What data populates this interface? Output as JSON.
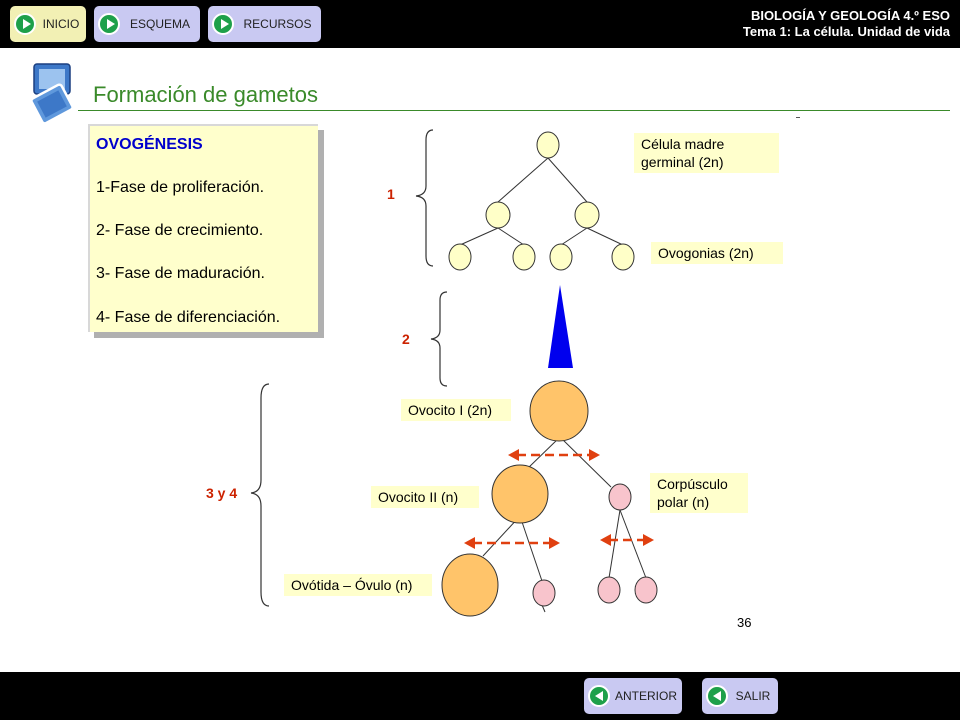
{
  "nav": {
    "inicio": "INICIO",
    "esquema": "ESQUEMA",
    "recursos": "RECURSOS",
    "anterior": "ANTERIOR",
    "salir": "SALIR"
  },
  "header": {
    "subject": "BIOLOGÍA Y GEOLOGÍA 4.º ESO",
    "topic": "Tema 1: La célula. Unidad de vida"
  },
  "slide": {
    "title": "Formación de gametos",
    "page_number": "36",
    "ovogenesis": {
      "heading": "OVOGÉNESIS",
      "phases": [
        "1-Fase de proliferación.",
        "2- Fase de crecimiento.",
        "3- Fase de maduración.",
        "4- Fase de diferenciación."
      ]
    },
    "labels": {
      "celula_madre": [
        "Célula madre",
        "germinal (2n)"
      ],
      "ovogonias": "Ovogonias (2n)",
      "ovocito1": "Ovocito I (2n)",
      "ovocito2": "Ovocito II (n)",
      "corpusculo": [
        "Corpúsculo",
        "polar (n)"
      ],
      "ovotida": "Ovótida – Óvulo (n)"
    },
    "stage_numbers": [
      "1",
      "2",
      "3 y 4"
    ]
  },
  "colors": {
    "title_green": "#3a8a2a",
    "nav_button": "#c9c9f2",
    "nav_inicio": "#f2f0b4",
    "cell_yellow": "#ffffc8",
    "cell_orange": "#ffc46a",
    "polar_pink": "#f8c4cc",
    "arrow_blue": "#0000ee",
    "arrow_red": "#e04010",
    "label_bg": "#ffffcc"
  }
}
